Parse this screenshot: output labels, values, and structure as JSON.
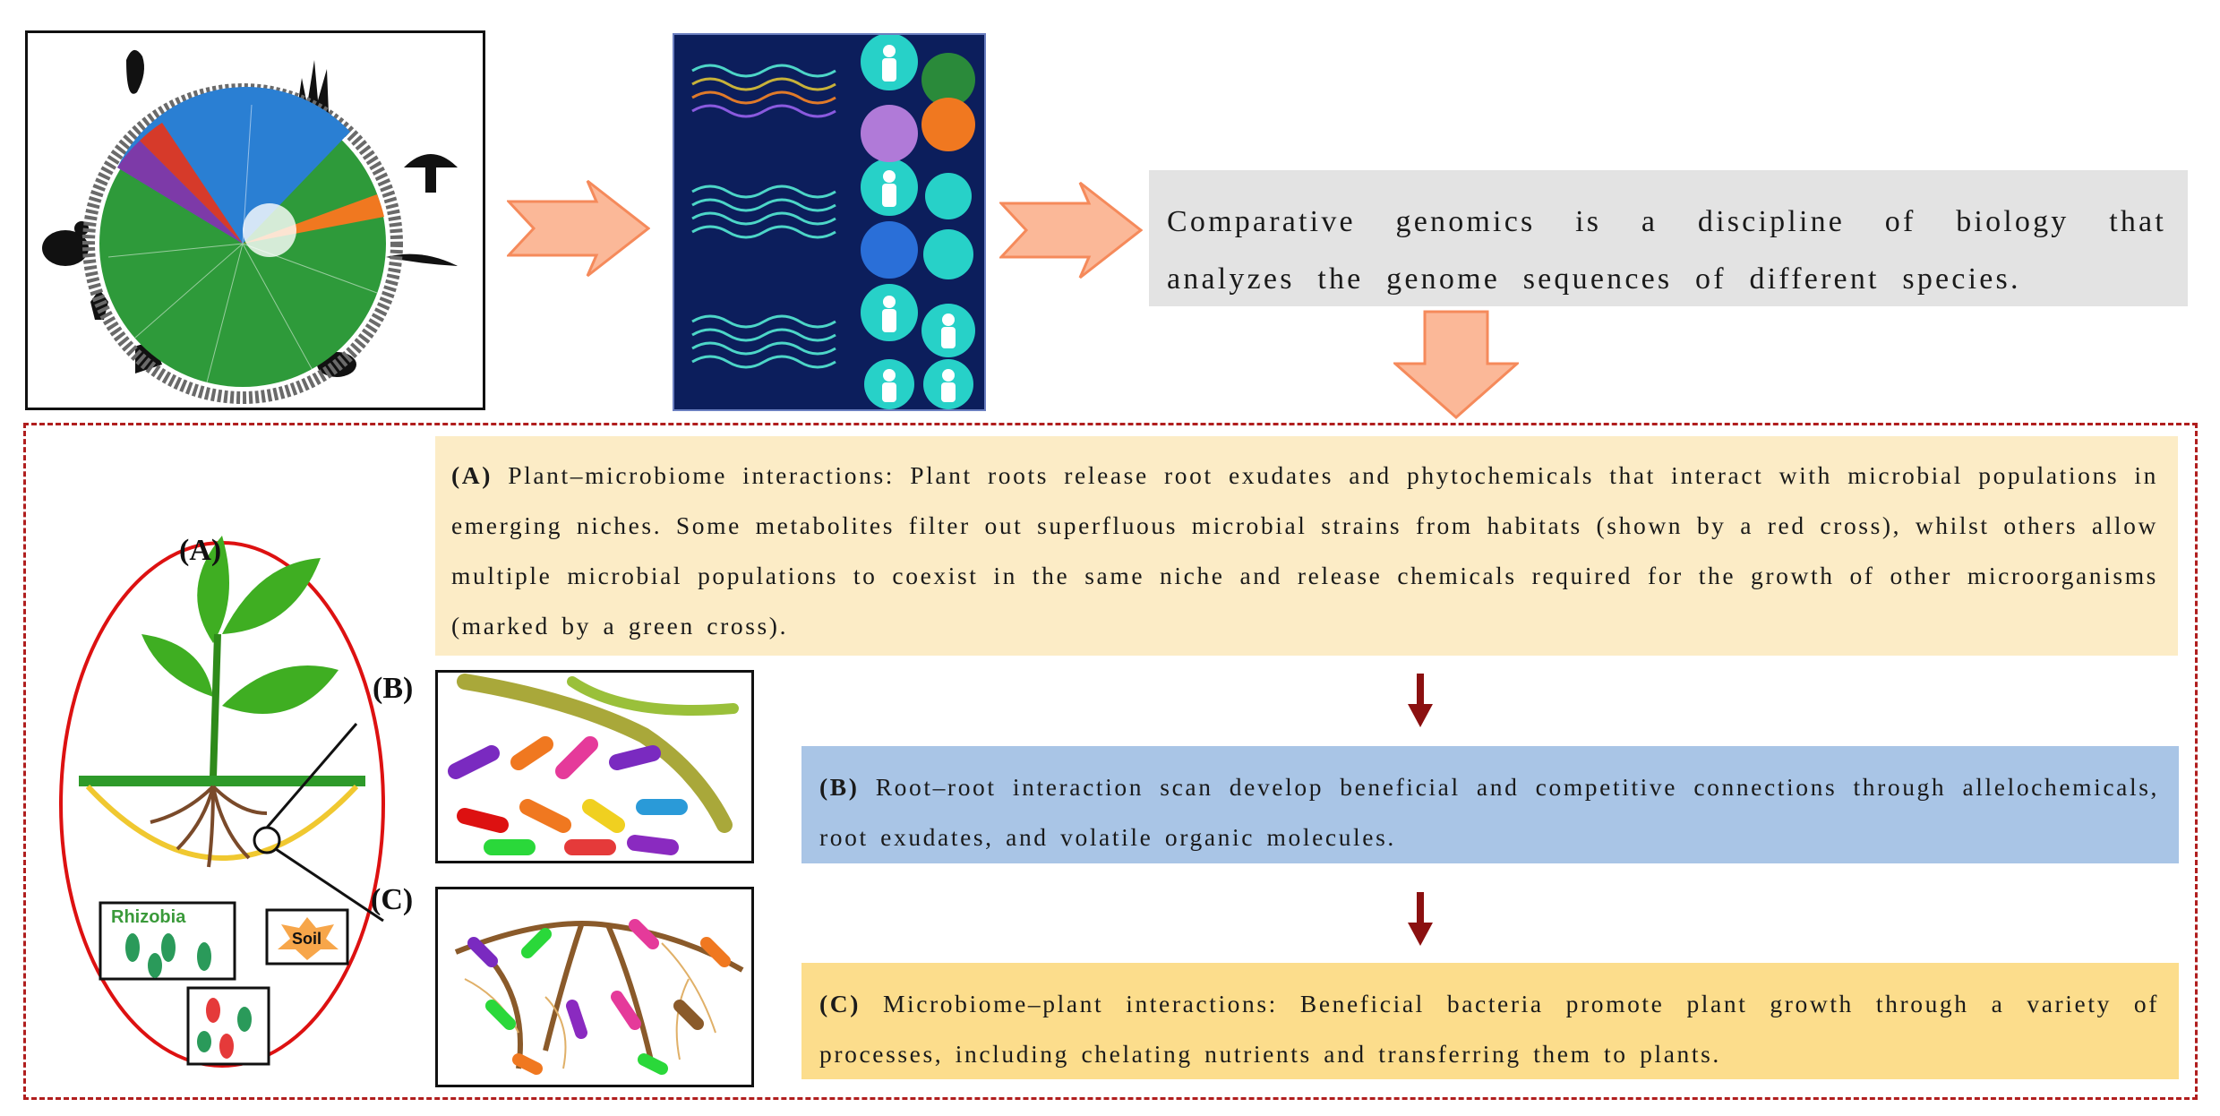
{
  "top_text": "Comparative genomics is a discipline of biology that analyzes the genome sequences of different species.",
  "box_a": {
    "tag": "(A)",
    "text": " Plant–microbiome interactions: Plant roots release root exudates and phytochemicals that interact with microbial populations in emerging niches. Some metabolites filter out superfluous microbial strains from habitats (shown by a red cross), whilst others allow multiple microbial populations to coexist in the same niche and release chemicals required for the growth of other microorganisms (marked by a green cross)."
  },
  "box_b": {
    "tag": "(B)",
    "text": " Root–root interaction scan develop beneficial and competitive connections through allelochemicals, root exudates, and volatile organic molecules."
  },
  "box_c": {
    "tag": "(C)",
    "text": " Microbiome–plant interactions: Beneficial bacteria promote plant growth through a variety of processes, including chelating nutrients and transferring them to plants."
  },
  "panel_labels": {
    "a": "(A)",
    "b": "(B)",
    "c": "(C)"
  },
  "illustration_labels": {
    "rhizobia": "Rhizobia",
    "soil": "Soil"
  },
  "colors": {
    "arrow_fill": "#fbb898",
    "arrow_stroke": "#f58a5b",
    "dark_arrow": "#8b1010",
    "dashed_border": "#b01e1e",
    "box_a": "#fcecc6",
    "box_b": "#a9c5e6",
    "box_c": "#fcdd8c",
    "top_box": "#e3e3e3"
  },
  "icons": [
    "phylogenetic-tree",
    "genome-alignment",
    "plant-roots",
    "bacteria-cells",
    "root-network"
  ]
}
